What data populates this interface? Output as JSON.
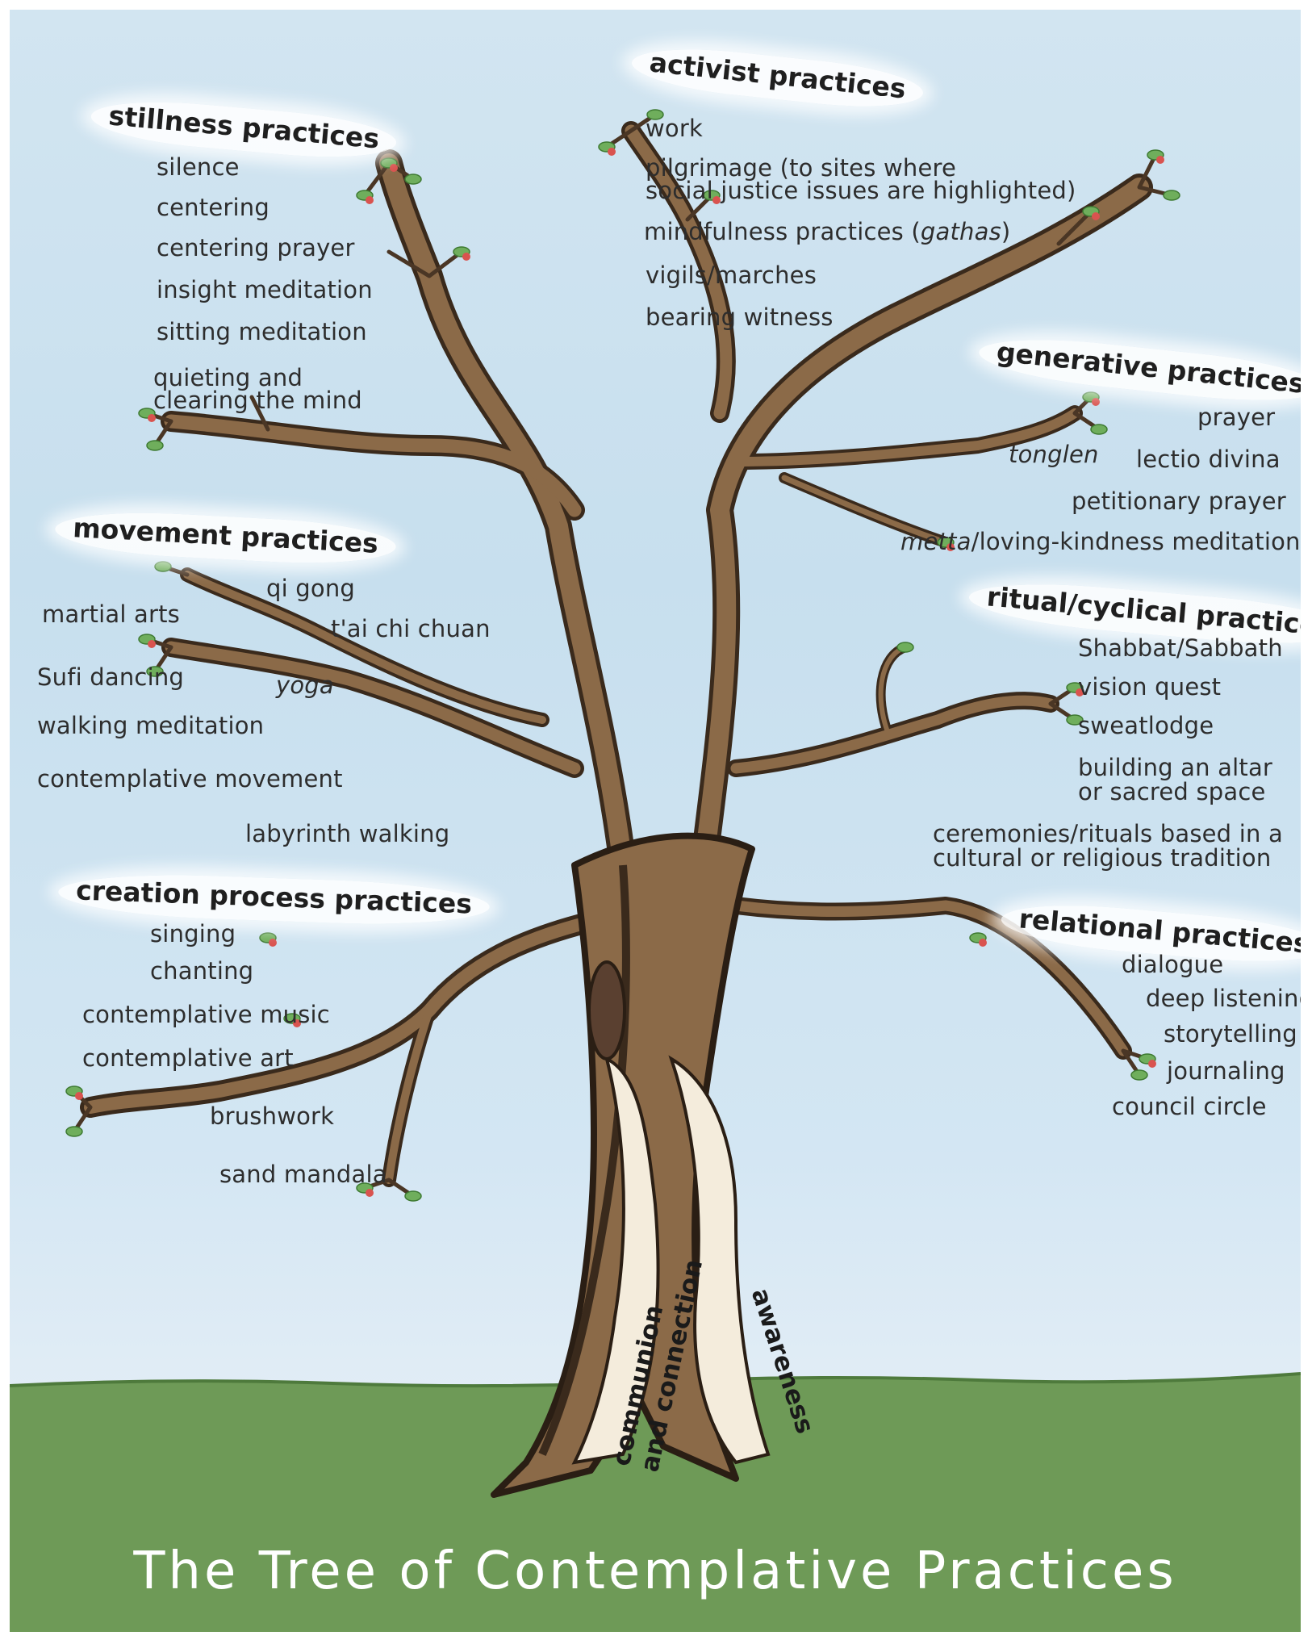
{
  "title": "The Tree of Contemplative Practices",
  "trunk": {
    "left": "communion\nand connection",
    "right": "awareness"
  },
  "stillness": {
    "heading": "stillness practices",
    "items": [
      "silence",
      "centering",
      "centering prayer",
      "insight meditation",
      "sitting meditation",
      "quieting and\nclearing the mind"
    ]
  },
  "activist": {
    "heading": "activist practices",
    "items": [
      "work",
      "pilgrimage (to sites where\nsocial justice issues are highlighted)",
      "vigils/marches",
      "bearing witness"
    ],
    "mindfulness_prefix": "mindfulness practices (",
    "mindfulness_italic": "gathas",
    "mindfulness_suffix": ")"
  },
  "generative": {
    "heading": "generative practices",
    "items": [
      "prayer",
      "tonglen",
      "lectio divina",
      "petitionary prayer"
    ],
    "metta_italic": "metta",
    "metta_rest": "/loving-kindness meditation"
  },
  "movement": {
    "heading": "movement practices",
    "items": [
      "qi gong",
      "martial arts",
      "t'ai chi chuan",
      "Sufi dancing",
      "yoga",
      "walking meditation",
      "contemplative movement",
      "labyrinth walking"
    ]
  },
  "ritual": {
    "heading": "ritual/cyclical practices",
    "items": [
      "Shabbat/Sabbath",
      "vision quest",
      "sweatlodge",
      "building an altar\nor sacred space",
      "ceremonies/rituals based in a\ncultural or religious tradition"
    ]
  },
  "creation": {
    "heading": "creation process practices",
    "items": [
      "singing",
      "chanting",
      "contemplative music",
      "contemplative art",
      "brushwork",
      "sand mandala"
    ]
  },
  "relational": {
    "heading": "relational practices",
    "items": [
      "dialogue",
      "deep listening",
      "storytelling",
      "journaling",
      "council circle"
    ]
  },
  "colors": {
    "sky": "#c7dfee",
    "ground": "#6e9a57",
    "bark": "#7a5a3c",
    "bark_dark": "#3a2a1c",
    "leaf": "#6fae5c",
    "blossom": "#d9534f"
  }
}
